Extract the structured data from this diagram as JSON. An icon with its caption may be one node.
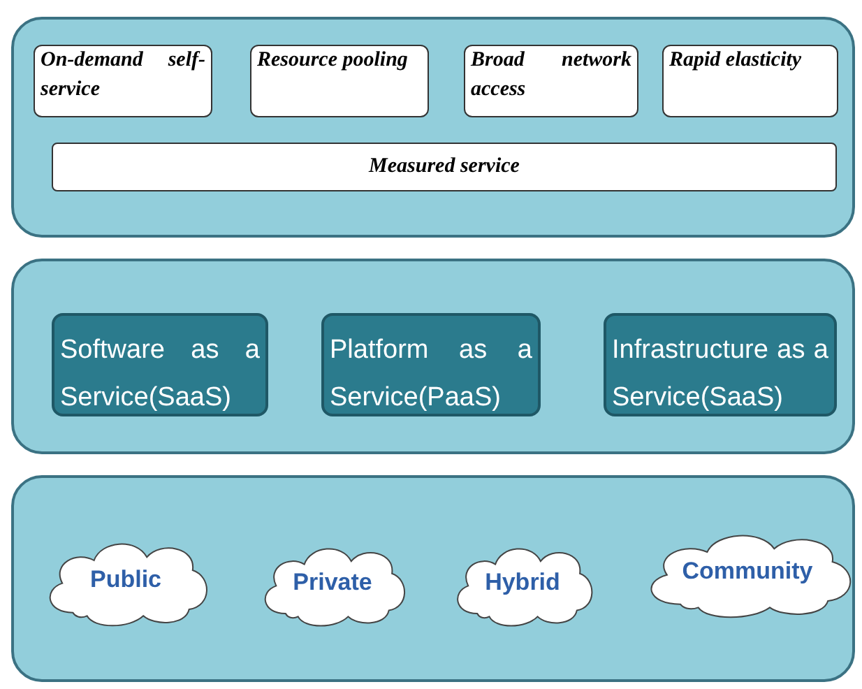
{
  "diagram": {
    "nodes": [
      {
        "text": [],
        "shape": "box"
      },
      {
        "text": [
          "On-demand self-service"
        ],
        "in": 0
      },
      {
        "text": [
          "Resource pooling"
        ],
        "in": 0
      },
      {
        "text": [
          "Broad network access"
        ],
        "in": 0
      },
      {
        "text": [
          "Rapid elasticity"
        ],
        "in": 0
      },
      {
        "text": [
          "Measured service"
        ],
        "in": 0
      },
      {
        "text": [],
        "shape": "box"
      },
      {
        "text": [
          "Software as a Service(SaaS)"
        ],
        "in": 6
      },
      {
        "text": [
          "Platform as a Service(PaaS)"
        ],
        "in": 6
      },
      {
        "text": [
          "Infrastructure as a Service(SaaS)"
        ],
        "in": 6
      },
      {
        "text": [],
        "shape": "box"
      },
      {
        "text": [
          "Public"
        ],
        "in": 10
      },
      {
        "text": [
          "Private"
        ],
        "in": 10
      },
      {
        "text": [
          "Hybrid"
        ],
        "in": 10
      },
      {
        "text": [
          "Community"
        ],
        "in": 10
      }
    ]
  }
}
